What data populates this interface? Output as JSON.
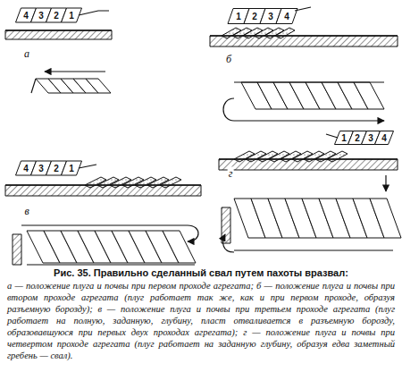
{
  "diagram": {
    "title": "Рис. 35. Правильно сделанный свал путем пахоты вразвал:",
    "caption": "а — положение плуга и почвы при первом проходе агрегата; б — положение плуга и почвы при втором проходе агрегата (плуг работает так же, как и при первом проходе, образуя разъемную борозду); в — положение плуга и почвы при третьем проходе агрегата (плуг работает на полную, заданную, глубину, пласт отваливается в разъемную борозду, образовавшуюся при первых двух проходах агрегата); г — положение плуга и почвы при четвертом проходе агрегата (плуг работает на заданную глубину, образуя едва заметный гребень — свал).",
    "labels": [
      "4",
      "3",
      "2",
      "1",
      "1",
      "2",
      "3",
      "4",
      "а",
      "б",
      "4",
      "3",
      "2",
      "1",
      "1",
      "2",
      "3",
      "4",
      "в",
      "г"
    ]
  }
}
